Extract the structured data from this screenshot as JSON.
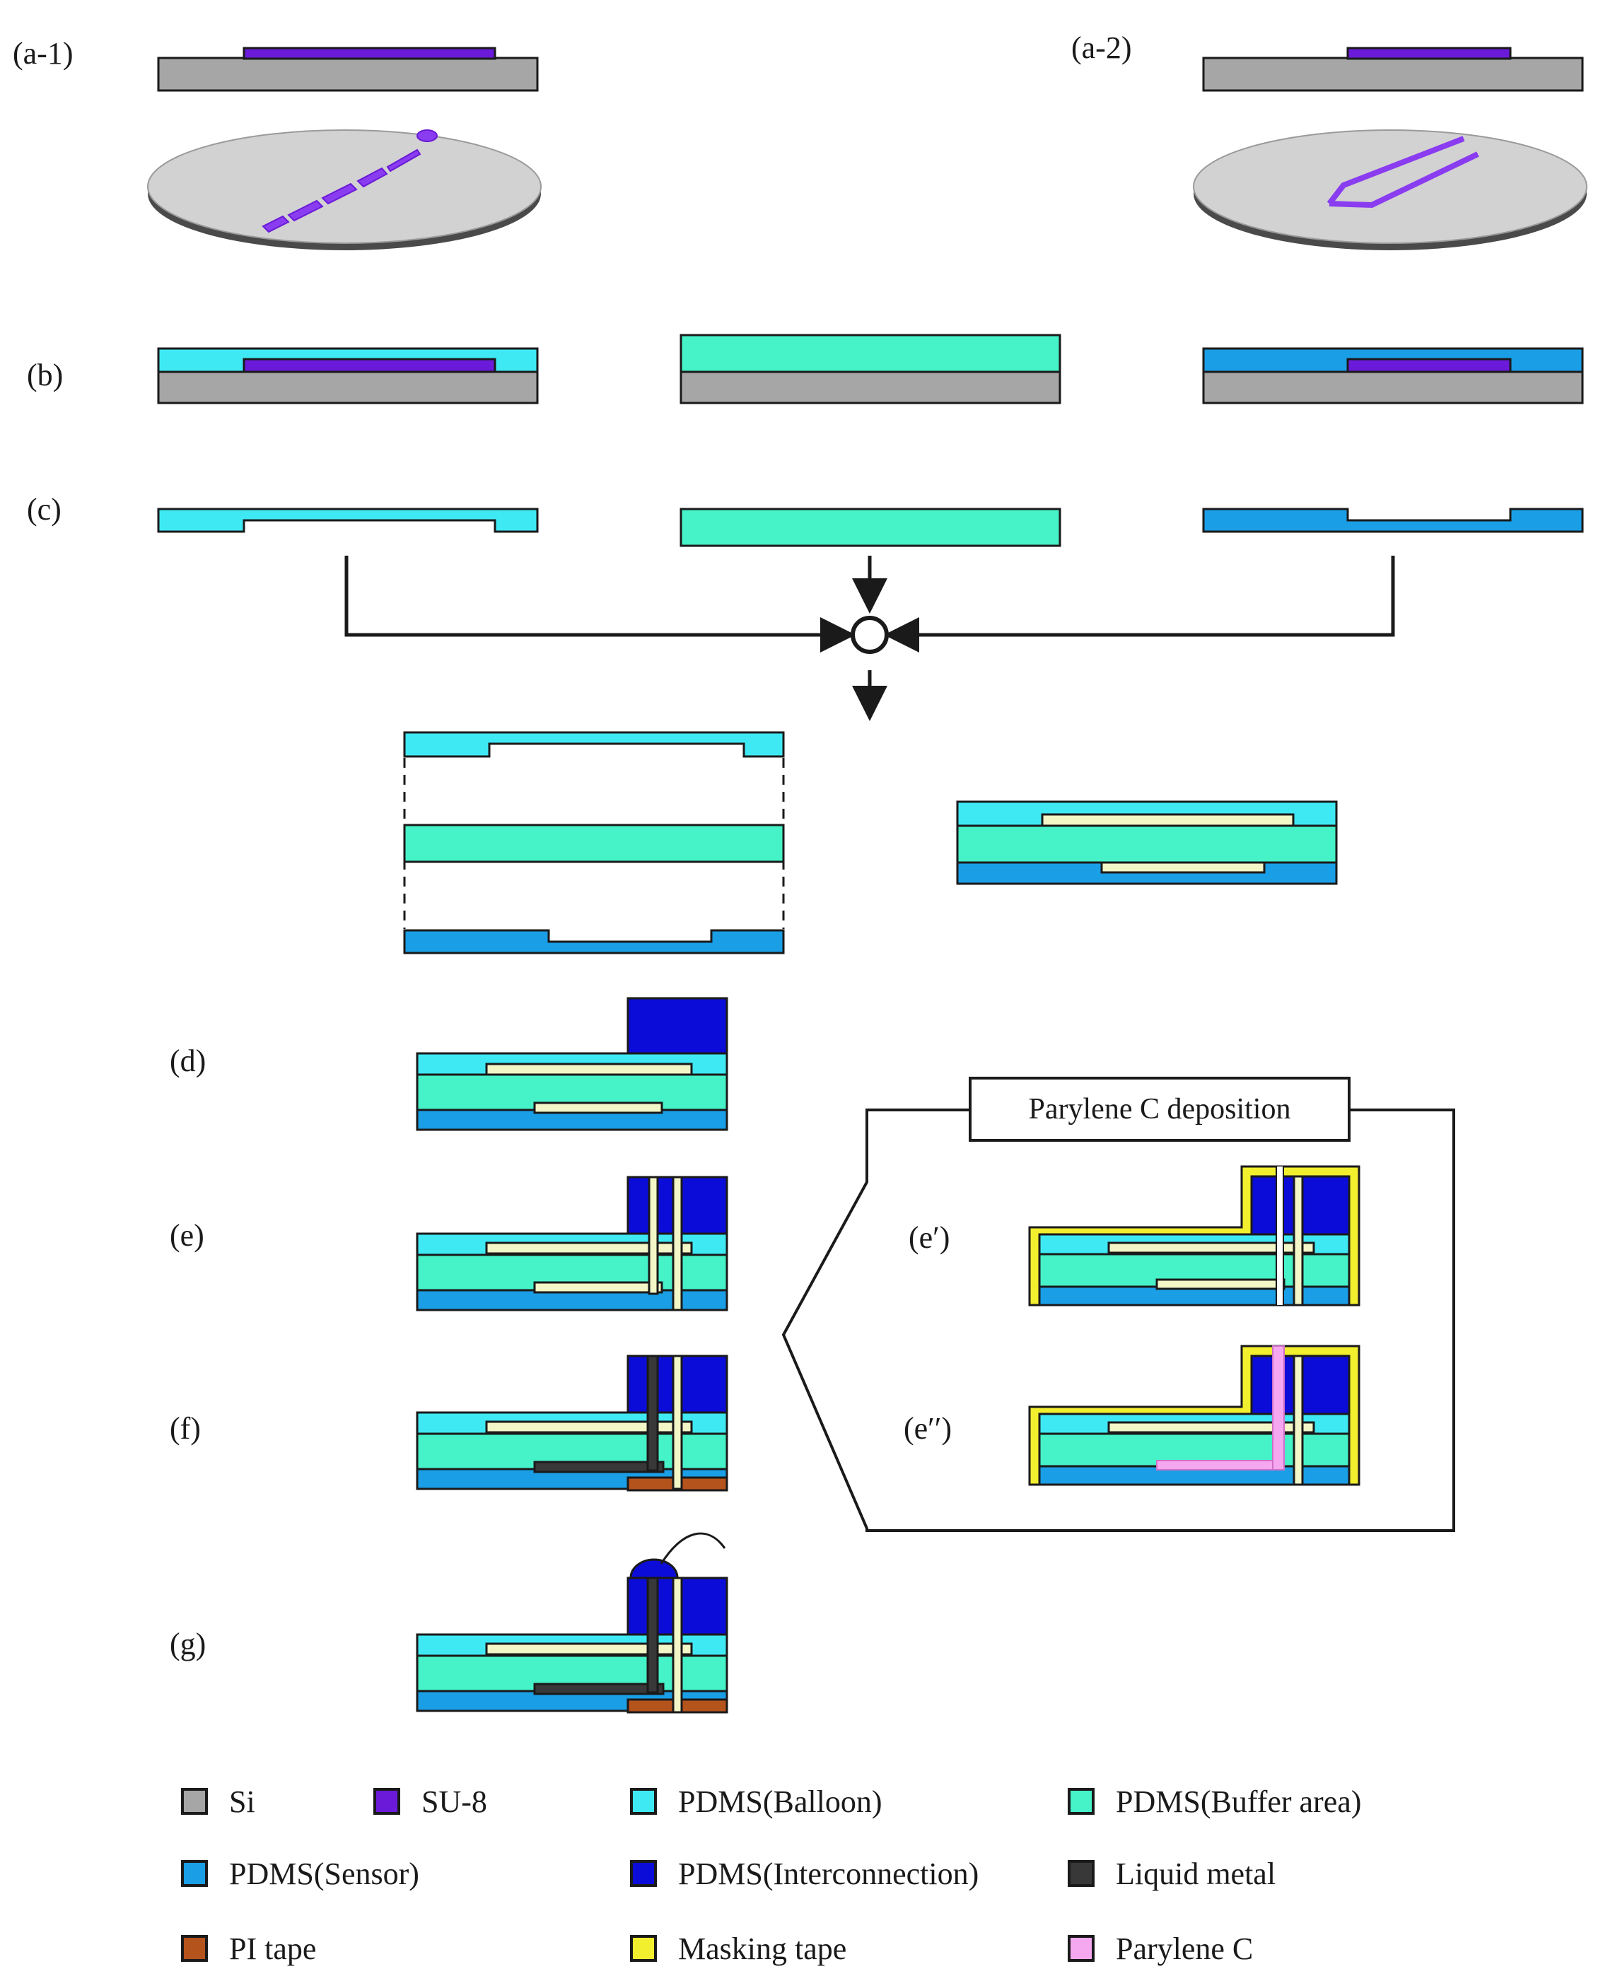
{
  "colors": {
    "si": "#a6a6a6",
    "su8": "#6a1ad8",
    "balloon": "#3fe9f4",
    "buffer": "#46f2c8",
    "sensor": "#1a9ee6",
    "interconnect": "#0c0cd8",
    "liquid_metal": "#383838",
    "pi_tape": "#b5531d",
    "masking_tape": "#f2ef2f",
    "parylene": "#f5a8ef",
    "channel": "#f3f6c6"
  },
  "steps": {
    "a1": "(a-1)",
    "a2": "(a-2)",
    "b": "(b)",
    "c": "(c)",
    "d": "(d)",
    "e": "(e)",
    "f": "(f)",
    "g": "(g)",
    "e1": "(e′)",
    "e2": "(e′′)"
  },
  "callout": "Parylene C deposition",
  "legend": [
    {
      "label": "Si",
      "color": "#a6a6a6"
    },
    {
      "label": "SU-8",
      "color": "#6a1ad8"
    },
    {
      "label": "PDMS(Balloon)",
      "color": "#3fe9f4"
    },
    {
      "label": "PDMS(Buffer area)",
      "color": "#46f2c8"
    },
    {
      "label": "PDMS(Sensor)",
      "color": "#1a9ee6"
    },
    {
      "label": "PDMS(Interconnection)",
      "color": "#0c0cd8"
    },
    {
      "label": "Liquid metal",
      "color": "#383838"
    },
    {
      "label": "PI tape",
      "color": "#b5531d"
    },
    {
      "label": "Masking tape",
      "color": "#f2ef2f"
    },
    {
      "label": "Parylene C",
      "color": "#f5a8ef"
    }
  ]
}
